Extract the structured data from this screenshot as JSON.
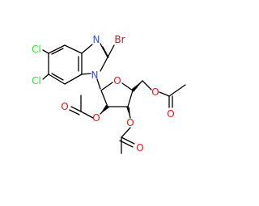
{
  "molecule": {
    "atom_labels": {
      "n_imine": "N",
      "n_ring": "N",
      "bromine": "Br",
      "chlorine_upper": "Cl",
      "chlorine_lower": "Cl",
      "o_ring": "O",
      "o_ester_c5": "O",
      "o_carbonyl_c5": "O",
      "o_ester_c2": "O",
      "o_carbonyl_c2": "O",
      "o_ester_c3": "O",
      "o_carbonyl_c3": "O"
    },
    "colors": {
      "nitrogen": "#3050F8",
      "oxygen": "#FF0D0D",
      "chlorine": "#1FF01F",
      "bromine": "#A62929",
      "bond": "#000000"
    }
  }
}
